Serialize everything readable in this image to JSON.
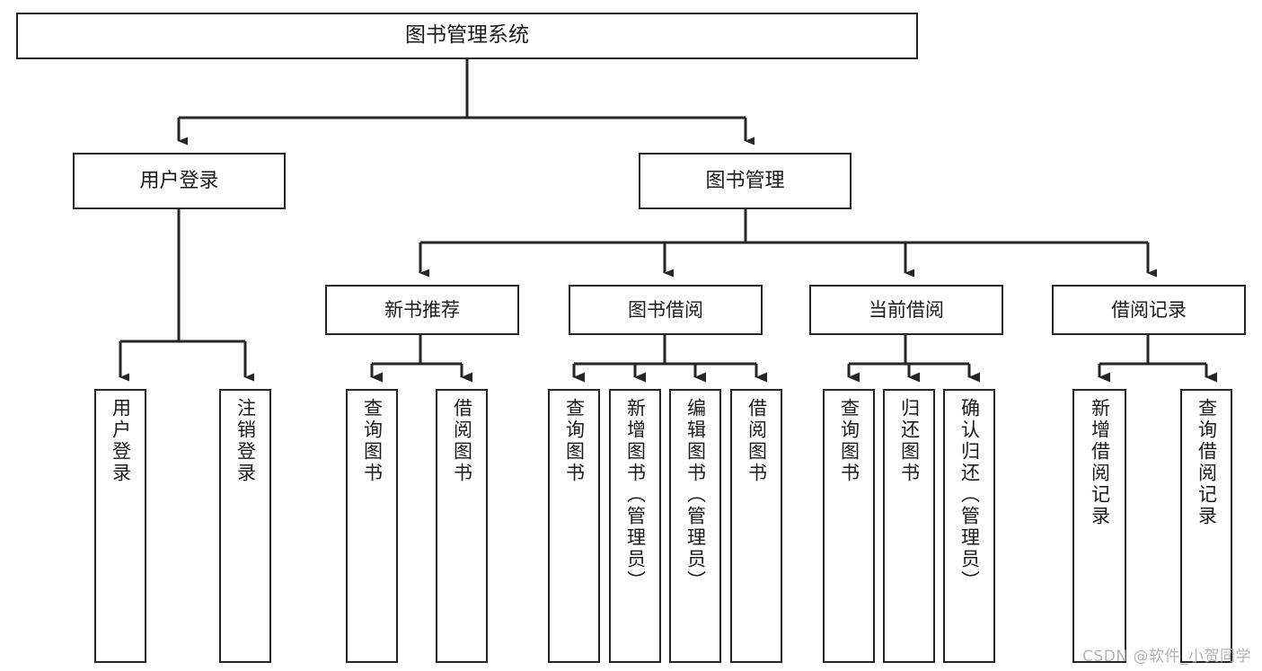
{
  "diagram": {
    "title": "图书管理系统",
    "type": "tree-hierarchy-chart",
    "root": {
      "id": "root",
      "label": "图书管理系统"
    },
    "level2": [
      {
        "id": "user-login",
        "label": "用户登录"
      },
      {
        "id": "book-management",
        "label": "图书管理"
      }
    ],
    "level3": [
      {
        "id": "new-book-recommend",
        "label": "新书推荐",
        "parent": "book-management"
      },
      {
        "id": "book-borrow",
        "label": "图书借阅",
        "parent": "book-management"
      },
      {
        "id": "current-borrow",
        "label": "当前借阅",
        "parent": "book-management"
      },
      {
        "id": "borrow-record",
        "label": "借阅记录",
        "parent": "book-management"
      }
    ],
    "leaves": [
      {
        "id": "leaf-user-login",
        "label": "用户登录",
        "parent": "user-login"
      },
      {
        "id": "leaf-logout-login",
        "label": "注销登录",
        "parent": "user-login"
      },
      {
        "id": "leaf-query-book-1",
        "label": "查询图书",
        "parent": "new-book-recommend"
      },
      {
        "id": "leaf-borrow-book-1",
        "label": "借阅图书",
        "parent": "new-book-recommend"
      },
      {
        "id": "leaf-query-book-2",
        "label": "查询图书",
        "parent": "book-borrow"
      },
      {
        "id": "leaf-add-book",
        "label": "新增图书（管理员）",
        "parent": "book-borrow"
      },
      {
        "id": "leaf-edit-book",
        "label": "编辑图书（管理员）",
        "parent": "book-borrow"
      },
      {
        "id": "leaf-borrow-book-2",
        "label": "借阅图书",
        "parent": "book-borrow"
      },
      {
        "id": "leaf-query-book-3",
        "label": "查询图书",
        "parent": "current-borrow"
      },
      {
        "id": "leaf-return-book",
        "label": "归还图书",
        "parent": "current-borrow"
      },
      {
        "id": "leaf-confirm-return",
        "label": "确认归还（管理员）",
        "parent": "current-borrow"
      },
      {
        "id": "leaf-add-record",
        "label": "新增借阅记录",
        "parent": "borrow-record"
      },
      {
        "id": "leaf-query-record",
        "label": "查询借阅记录",
        "parent": "borrow-record"
      }
    ],
    "watermark": "CSDN @软件_小贺同学",
    "colors": {
      "border": "#262626",
      "background": "#ffffff",
      "text": "#1a1a1a",
      "watermark": "#b3b3b3"
    }
  }
}
